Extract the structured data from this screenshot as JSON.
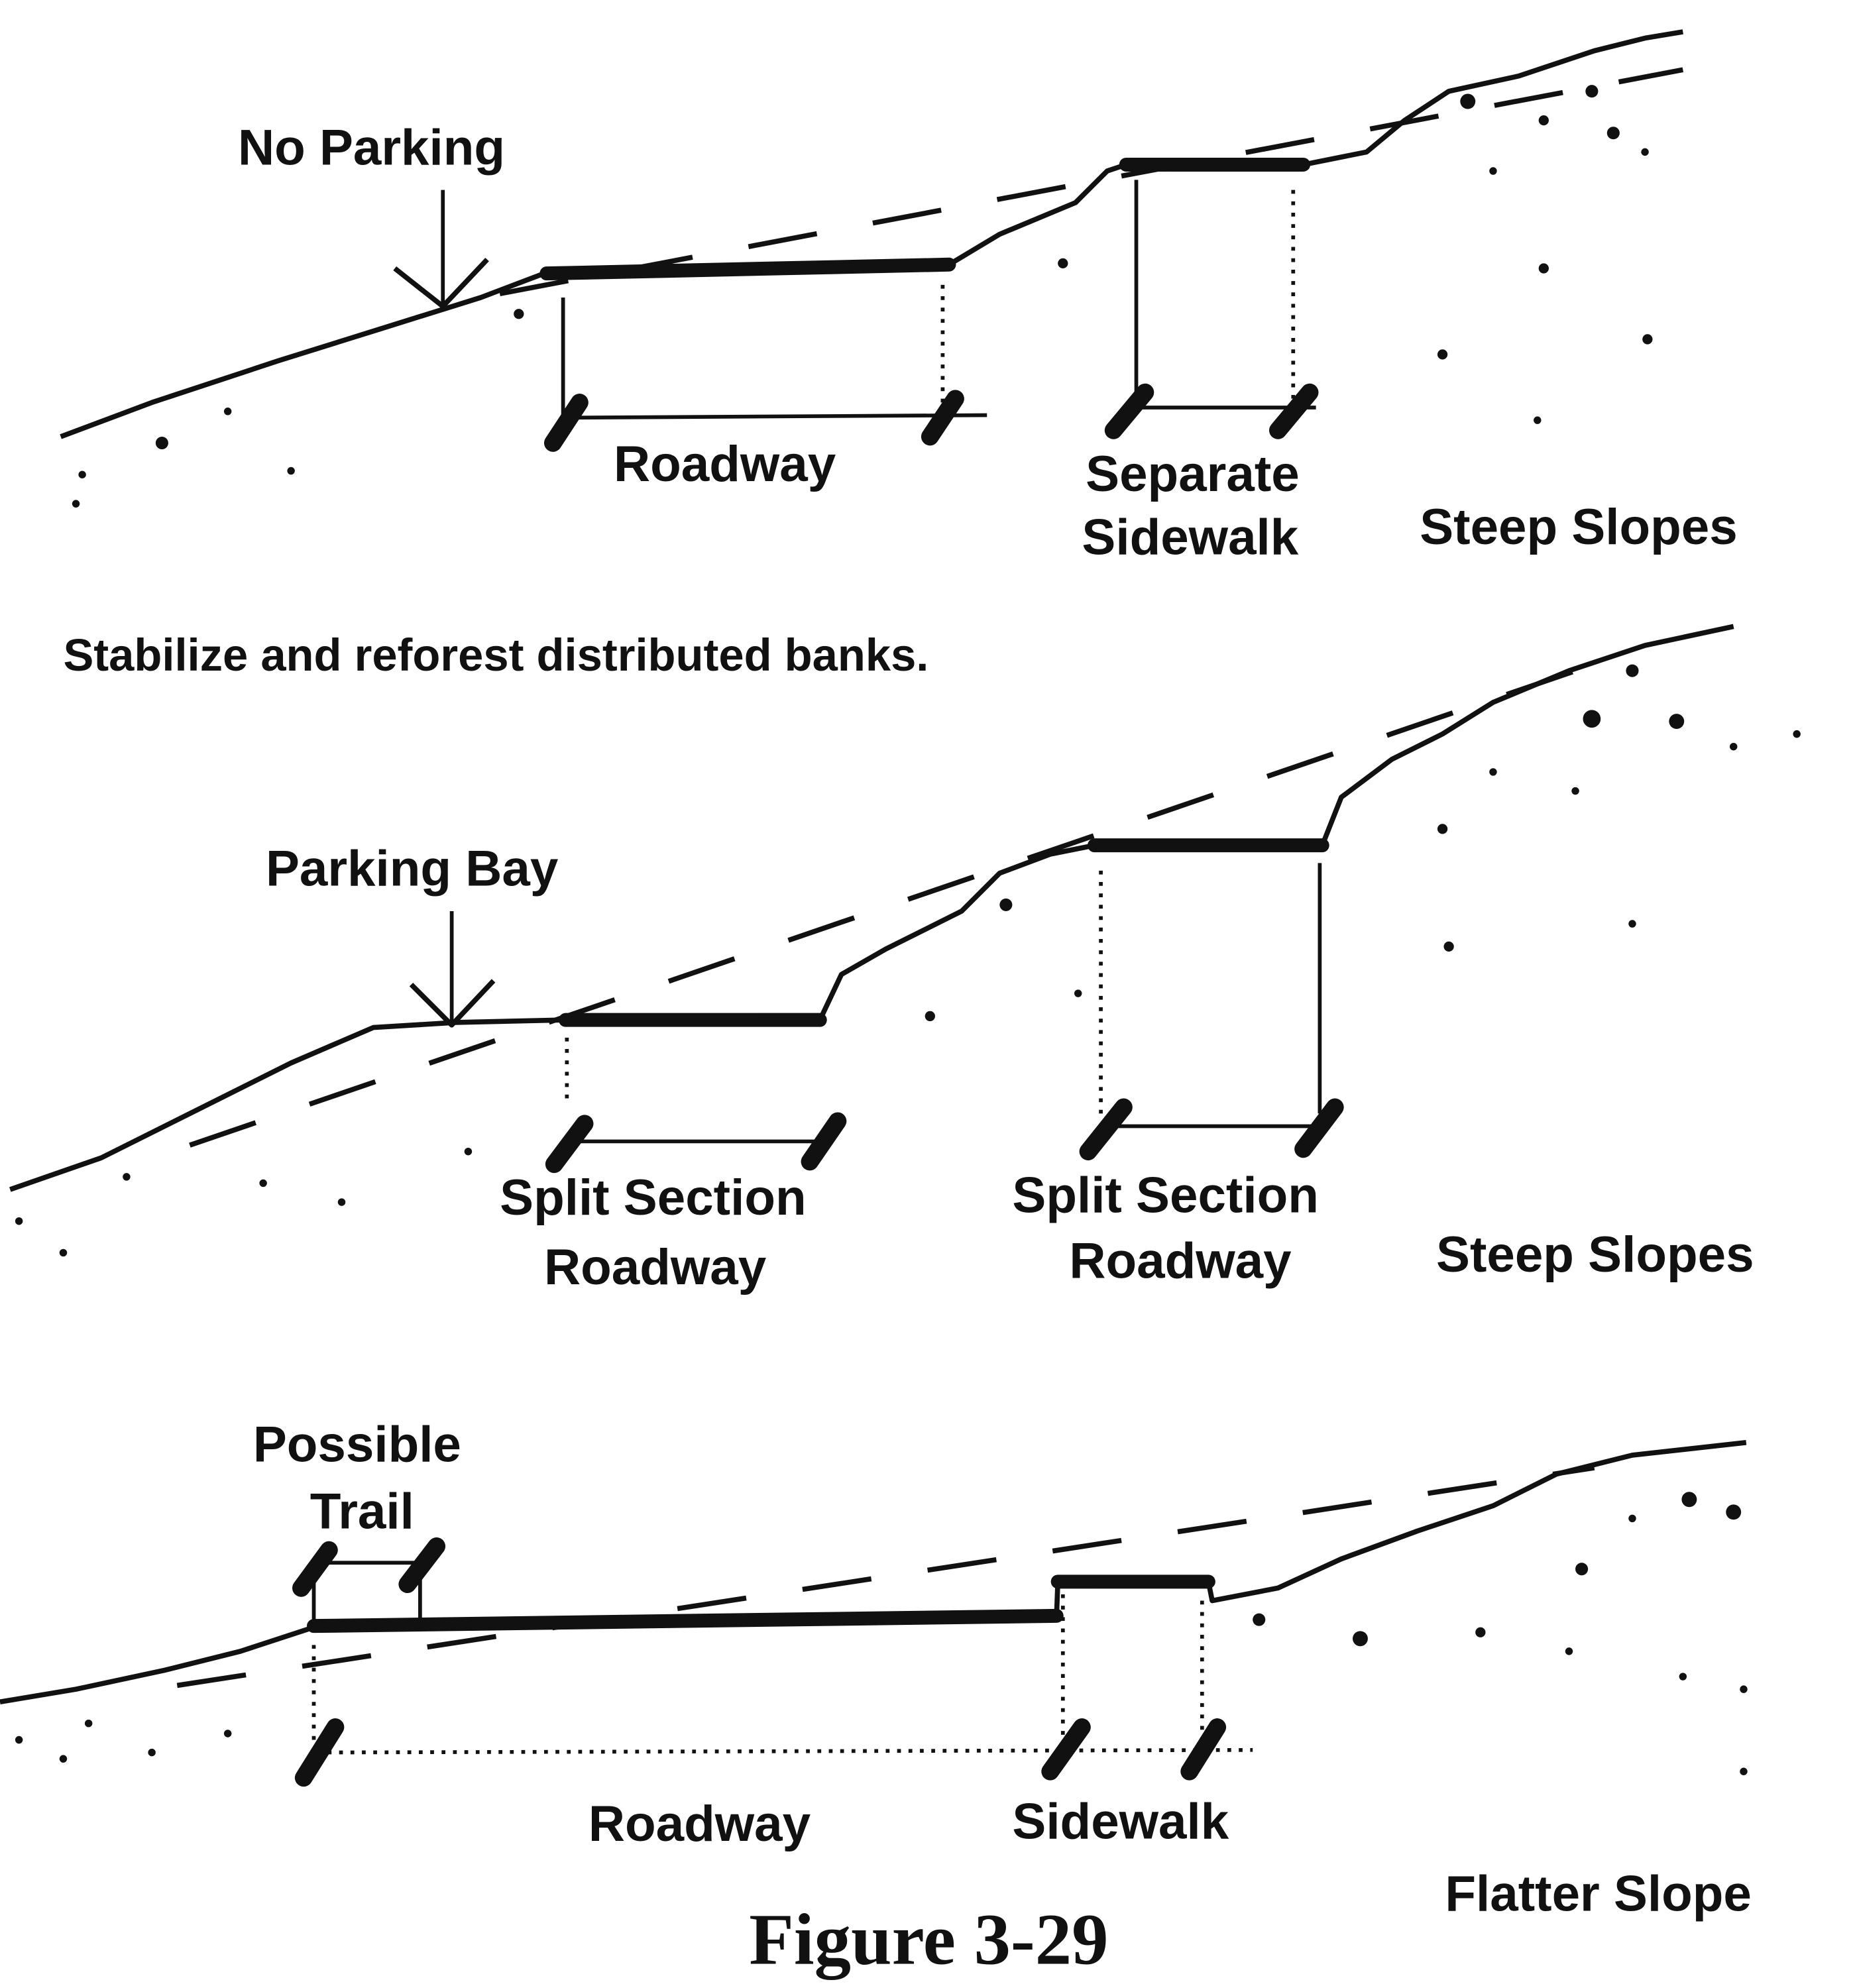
{
  "panel1": {
    "arrow_label": "No Parking",
    "roadway_label": "Roadway",
    "sidewalk_label_line1": "Separate",
    "sidewalk_label_line2": "Sidewalk",
    "slope_label": "Steep Slopes",
    "note": "Stabilize and reforest distributed banks."
  },
  "panel2": {
    "arrow_label": "Parking Bay",
    "left_label_line1": "Split Section",
    "left_label_line2": "Roadway",
    "right_label_line1": "Split Section",
    "right_label_line2": "Roadway",
    "slope_label": "Steep Slopes"
  },
  "panel3": {
    "trail_label_line1": "Possible",
    "trail_label_line2": "Trail",
    "roadway_label": "Roadway",
    "sidewalk_label": "Sidewalk",
    "slope_label": "Flatter Slope"
  },
  "caption": "Figure 3-29"
}
